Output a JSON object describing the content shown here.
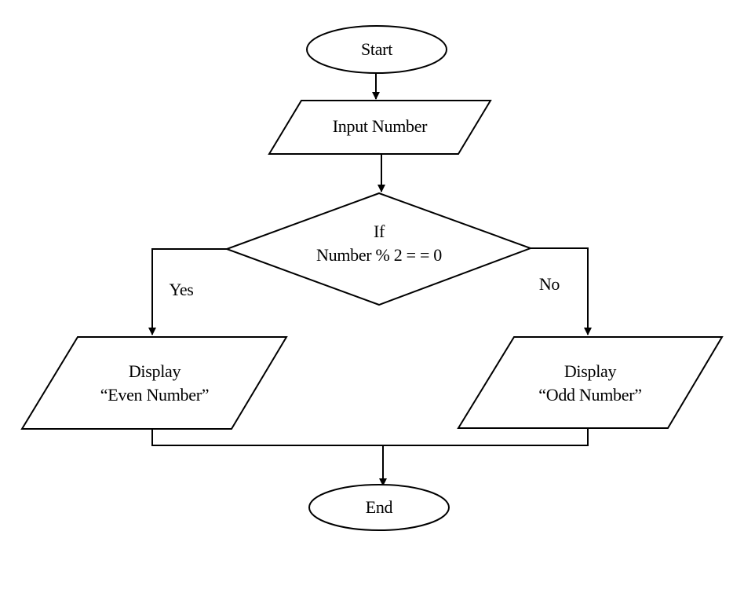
{
  "flowchart": {
    "start": {
      "label": "Start",
      "shape": "terminator"
    },
    "input": {
      "label": "Input Number",
      "shape": "input-output"
    },
    "decision": {
      "line1": "If",
      "line2": "Number % 2 = = 0",
      "shape": "decision"
    },
    "branches": {
      "yes_label": "Yes",
      "no_label": "No"
    },
    "even_output": {
      "line1": "Display",
      "line2": "“Even Number”",
      "shape": "input-output"
    },
    "odd_output": {
      "line1": "Display",
      "line2": "“Odd Number”",
      "shape": "input-output"
    },
    "end": {
      "label": "End",
      "shape": "terminator"
    }
  },
  "colors": {
    "stroke": "#000000",
    "fill": "#ffffff",
    "text": "#000000"
  }
}
